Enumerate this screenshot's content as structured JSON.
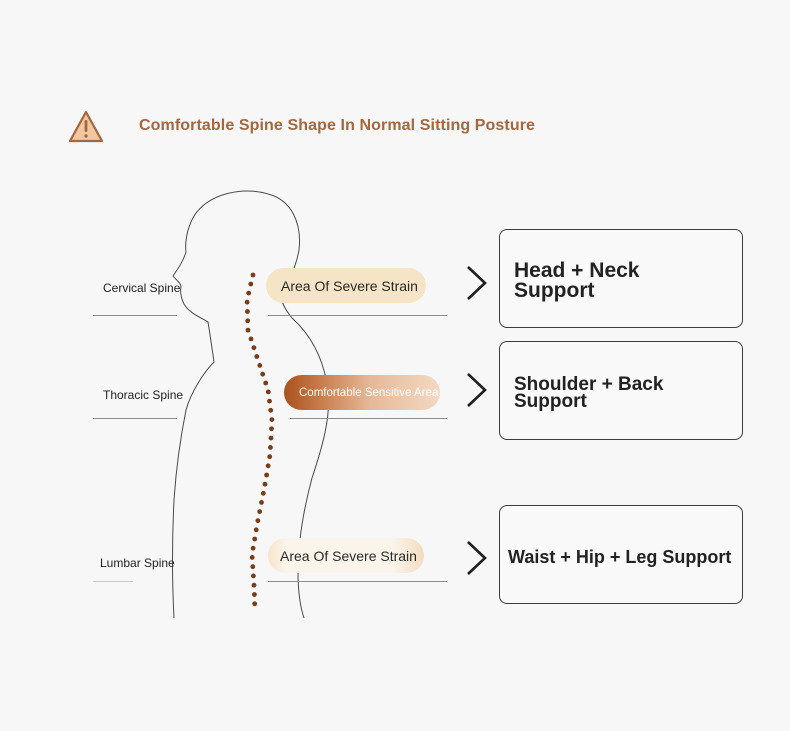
{
  "header": {
    "title": "Comfortable Spine Shape In Normal Sitting Posture",
    "icon": "warning-triangle-icon",
    "accent_color": "#a4673f"
  },
  "spine_labels": {
    "cervical": "Cervical Spine",
    "thoracic": "Thoracic Spine",
    "lumbar": "Lumbar Spine"
  },
  "strain_tags": {
    "cervical": "Area Of Severe Strain",
    "thoracic": "Comfortable Sensitive Area",
    "lumbar": "Area Of Severe Strain"
  },
  "supports": {
    "head_neck": {
      "line1": "Head + Neck",
      "line2": "Support"
    },
    "shoulder_back": {
      "line1": "Shoulder + Back",
      "line2": "Support"
    },
    "waist_hip_leg": {
      "line1": "Waist + Hip + Leg Support"
    }
  },
  "colors": {
    "spine_dots": "#7a3b17",
    "severe_strain_pill": "#f5e4c6",
    "sensitive_pill_dark": "#a9521f"
  }
}
